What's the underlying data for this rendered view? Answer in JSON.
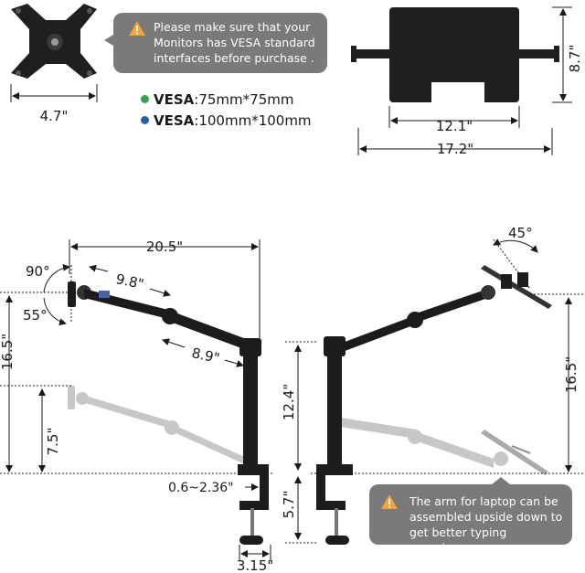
{
  "callouts": {
    "top": "Please make sure that your Monitors has VESA standard interfaces before purchase .",
    "bottom": "The arm for laptop can be assembled upside down to get better typing experience."
  },
  "vesa": {
    "line1_bold": "VESA",
    "line1_rest": ":75mm*75mm",
    "line2_bold": "VESA",
    "line2_rest": ":100mm*100mm",
    "dot1_color": "#3aa04a",
    "dot2_color": "#2a5fa8"
  },
  "dimensions": {
    "plate_width": "4.7\"",
    "tray_height": "8.7\"",
    "tray_inner_width": "12.1\"",
    "tray_total_width": "17.2\"",
    "arm_reach": "20.5\"",
    "upper_arm": "9.8\"",
    "lower_arm": "8.9\"",
    "tilt_up": "90°",
    "tilt_down": "55°",
    "total_height_left": "16.5\"",
    "low_height": "7.5\"",
    "pole_height": "12.4\"",
    "clamp_height": "5.7\"",
    "clamp_range": "0.6~2.36\"",
    "base_width": "3.15\"",
    "laptop_angle": "45°",
    "total_height_right": "16.5\""
  },
  "colors": {
    "callout_bg": "#7a7a7a",
    "warning_icon": "#f2a23a",
    "arm": "#1c1c1c",
    "ghost": "#c4c4c4"
  }
}
